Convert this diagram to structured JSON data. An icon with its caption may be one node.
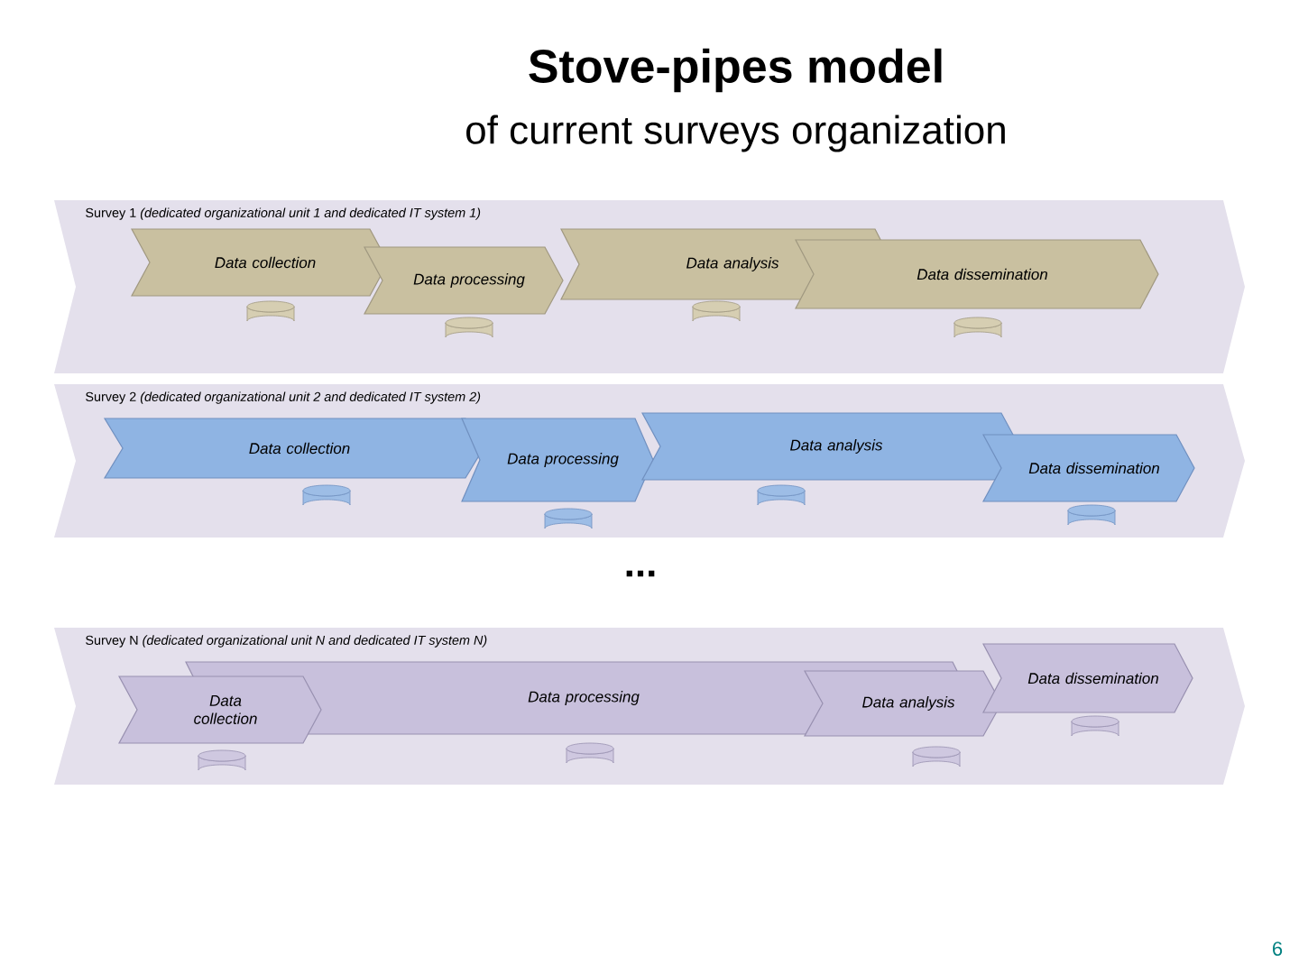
{
  "diagram": {
    "title": "Stove-pipes model",
    "nodes": [
      {
        "text": [
          "Survey 1 *(dedicated organizational unit 1 and dedicated IT system 1)*"
        ]
      },
      {
        "text": [
          "Data collection"
        ],
        "in": 0
      },
      {
        "text": [
          "Data processing"
        ],
        "in": 0
      },
      {
        "text": [
          "Data analysis"
        ],
        "in": 0
      },
      {
        "text": [
          "Data dissemination"
        ],
        "in": 0
      },
      {
        "text": [],
        "shape": "cylinder",
        "in": 0
      },
      {
        "text": [],
        "shape": "cylinder",
        "in": 0
      },
      {
        "text": [],
        "shape": "cylinder",
        "in": 0
      },
      {
        "text": [],
        "shape": "cylinder",
        "in": 0
      },
      {
        "text": [
          "Survey 2 *(dedicated organizational unit 2 and dedicated IT system 2)*"
        ]
      },
      {
        "text": [
          "Data collection"
        ],
        "in": 9
      },
      {
        "text": [
          "Data processing"
        ],
        "in": 9
      },
      {
        "text": [
          "Data analysis"
        ],
        "in": 9
      },
      {
        "text": [
          "Data dissemination"
        ],
        "in": 9
      },
      {
        "text": [],
        "shape": "cylinder",
        "in": 9
      },
      {
        "text": [],
        "shape": "cylinder",
        "in": 9
      },
      {
        "text": [],
        "shape": "cylinder",
        "in": 9
      },
      {
        "text": [],
        "shape": "cylinder",
        "in": 9
      },
      {
        "text": [
          "Survey N *(dedicated organizational unit N and dedicated IT system N)*"
        ]
      },
      {
        "text": [
          "Data collection"
        ],
        "in": 18
      },
      {
        "text": [
          "Data processing"
        ],
        "in": 18
      },
      {
        "text": [
          "Data analysis"
        ],
        "in": 18
      },
      {
        "text": [
          "Data dissemination"
        ],
        "in": 18
      },
      {
        "text": [],
        "shape": "cylinder",
        "in": 18
      },
      {
        "text": [],
        "shape": "cylinder",
        "in": 18
      },
      {
        "text": [],
        "shape": "cylinder",
        "in": 18
      },
      {
        "text": [],
        "shape": "cylinder",
        "in": 18
      }
    ],
    "labels": [
      "of current surveys organization",
      "...",
      "6"
    ]
  }
}
